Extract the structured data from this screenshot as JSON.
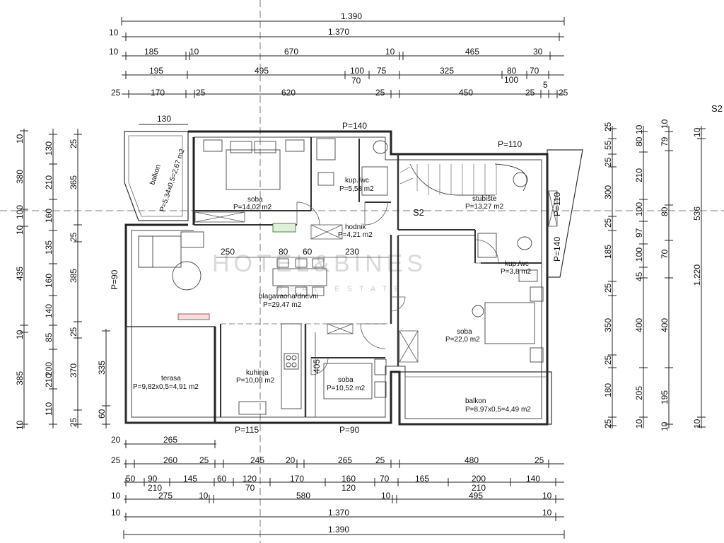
{
  "watermark": {
    "line1": "HOTEL&BINES",
    "line2": "REAL ESTATE"
  },
  "section_marks": {
    "s2_inside": "S2",
    "s2_edge": "S2"
  },
  "top_dims": {
    "overall_outer": "1.390",
    "row2": [
      "10",
      "1.370"
    ],
    "row3": [
      "10",
      "185",
      "10",
      "670",
      "10",
      "465",
      "30"
    ],
    "row4": [
      "195",
      "495",
      "100",
      "70",
      "75",
      "325",
      "80",
      "100",
      "70",
      "5"
    ],
    "row5": [
      "25",
      "170",
      "25",
      "620",
      "25",
      "450",
      "25",
      "25"
    ]
  },
  "bottom_dims": {
    "row1": [
      "20",
      "265"
    ],
    "row2": [
      "25",
      "260",
      "25",
      "245",
      "20",
      "265",
      "25",
      "480",
      "25"
    ],
    "row3": [
      "50",
      "90",
      "210",
      "145",
      "60",
      "120",
      "70",
      "170",
      "160",
      "120",
      "70",
      "165",
      "200",
      "210",
      "140"
    ],
    "row4": [
      "10",
      "275",
      "10",
      "580",
      "10",
      "495",
      "10"
    ],
    "row5": [
      "10",
      "1.370",
      "10"
    ],
    "overall_outer": "1.390"
  },
  "left_dims": {
    "col1": [
      "10",
      "380",
      "100",
      "10",
      "435",
      "10",
      "385",
      "10"
    ],
    "col2": [
      "130",
      "210",
      "160",
      "135",
      "160",
      "140",
      "85",
      "200",
      "210",
      "110"
    ],
    "col3": [
      "25",
      "365",
      "25",
      "385",
      "25",
      "370",
      "25"
    ],
    "col4": [
      "335",
      "60"
    ]
  },
  "right_dims": {
    "col1": [
      "25",
      "55",
      "25",
      "300",
      "25",
      "185",
      "25",
      "350",
      "25",
      "180",
      "25"
    ],
    "col2": [
      "10",
      "80",
      "210",
      "100",
      "97",
      "100",
      "45",
      "400",
      "205",
      "10"
    ],
    "col3": [
      "10",
      "79",
      "80",
      "70",
      "400",
      "195",
      "10"
    ],
    "col4": [
      "10",
      "536",
      "1.220",
      "10"
    ]
  },
  "perimeter": {
    "p140_top": "P=140",
    "p110_top": "P=110",
    "p110_right": "P=110",
    "p140_right": "P=140",
    "p90_left": "P=90",
    "p115_bottom": "P=115",
    "p90_bottom": "P=90"
  },
  "rooms": {
    "balkon_left": {
      "name": "balkon",
      "area": "P=5,34x0,5=2,67 m2"
    },
    "balkon_left_dim": "130",
    "soba_1": {
      "name": "soba",
      "area": "P=14,02 m2"
    },
    "kup_wc_1": {
      "name": "kup./wc",
      "area": "P=5,58 m2"
    },
    "hodnik": {
      "name": "hodnik",
      "area": "P=4,21 m2"
    },
    "stubiste": {
      "name": "stubište",
      "area": "P=13,27 m2"
    },
    "blagavaona": {
      "name": "blagavaona/dnevni",
      "area": "P=29,47 m2"
    },
    "kup_wc_2": {
      "name": "kup./wc",
      "area": "P=3,8 m2"
    },
    "soba_2": {
      "name": "soba",
      "area": "P=22,0 m2"
    },
    "terasa": {
      "name": "terasa",
      "area": "P=9,82x0,5=4,91 m2"
    },
    "kuhinja": {
      "name": "kuhinja",
      "area": "P=10,08 m2"
    },
    "soba_3": {
      "name": "soba",
      "area": "P=10,52 m2"
    },
    "balkon_right": {
      "name": "balkon",
      "area": "P=8,97x0,5=4,49 m2"
    }
  },
  "inner_dims": {
    "d250": "250",
    "d80": "80",
    "d60": "60",
    "d230": "230",
    "d405": "405"
  }
}
